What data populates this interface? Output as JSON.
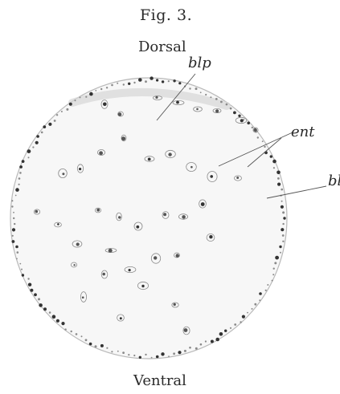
{
  "figure": {
    "title": "Fig. 3.",
    "orientation": {
      "top": "Dorsal",
      "bottom": "Ventral"
    },
    "labels": {
      "blp": "blp",
      "ent": "ent",
      "bl": "bl"
    }
  },
  "colors": {
    "ink": "#2a2a2a",
    "dot_dark": "#333333",
    "dot_grey": "#8a8a8a",
    "wash": "#cfcfcf"
  }
}
